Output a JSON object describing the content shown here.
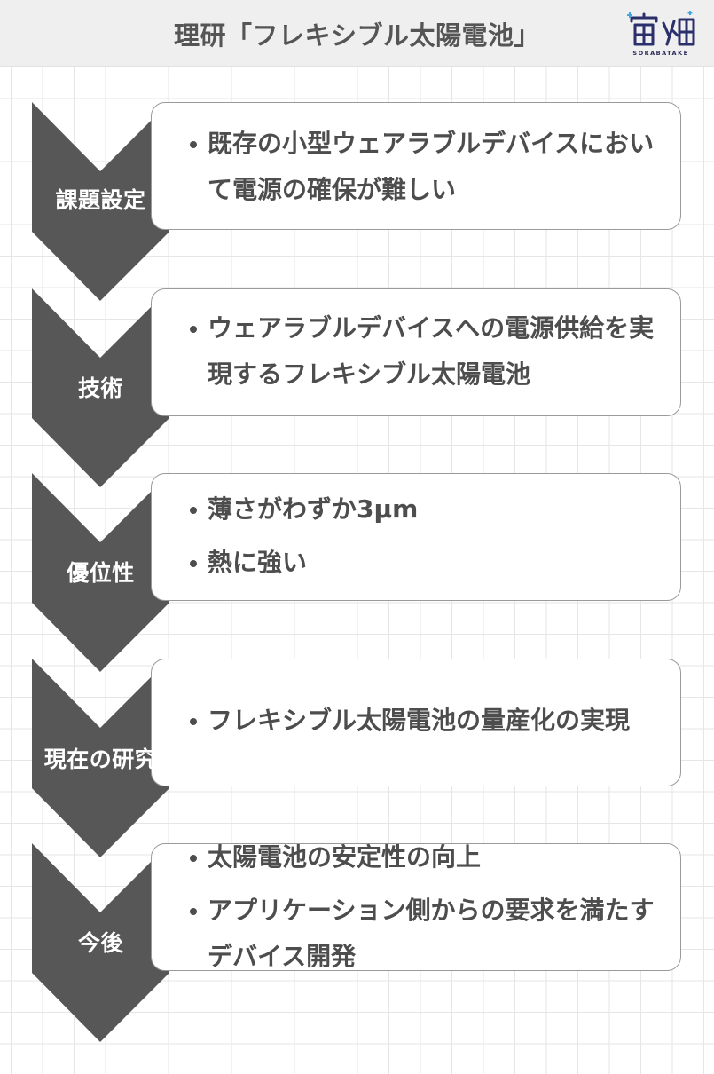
{
  "header": {
    "title": "理研「フレキシブル太陽電池」",
    "logo_text": "宙畑",
    "logo_subtext": "SORABATAKE"
  },
  "steps": [
    {
      "label": "課題設定",
      "bullets": [
        "既存の小型ウェアラブルデバイスにおいて電源の確保が難しい"
      ]
    },
    {
      "label": "技術",
      "bullets": [
        "ウェアラブルデバイスへの電源供給を実現するフレキシブル太陽電池"
      ]
    },
    {
      "label": "優位性",
      "bullets": [
        "薄さがわずか3µm",
        "熱に強い"
      ]
    },
    {
      "label": "現在の研究",
      "bullets": [
        "フレキシブル太陽電池の量産化の実現"
      ]
    },
    {
      "label": "今後",
      "bullets": [
        "太陽電池の安定性の向上",
        "アプリケーション側からの要求を満たすデバイス開発"
      ]
    }
  ],
  "colors": {
    "chevron": "#575757",
    "text": "#4d4d4d",
    "card_border": "#9a9a9a",
    "header_bg": "#efefef"
  }
}
